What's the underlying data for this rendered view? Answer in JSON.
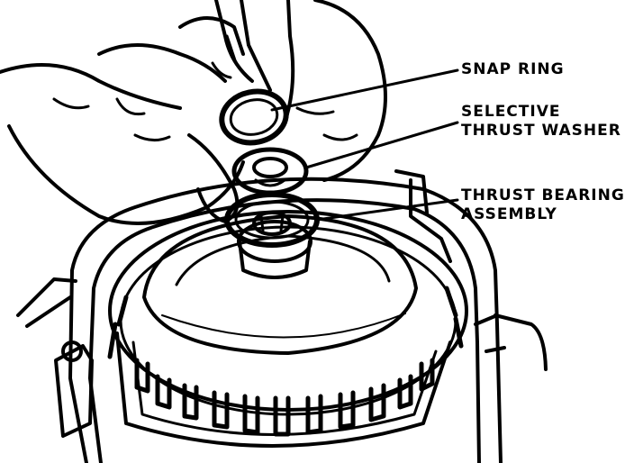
{
  "labels": {
    "snap_ring": [
      "SNAP RING"
    ],
    "selective_washer": [
      "SELECTIVE",
      "THRUST WASHER"
    ],
    "thrust_bearing": [
      "THRUST BEARING",
      "ASSEMBLY"
    ]
  },
  "colors": {
    "ink": "#000000",
    "paper": "#ffffff"
  }
}
